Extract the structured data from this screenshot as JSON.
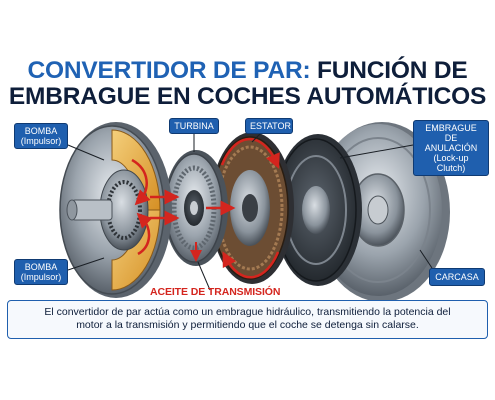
{
  "title": {
    "accent": "CONVERTIDOR DE PAR:",
    "rest": " FUNCIÓN DE",
    "line2": "EMBRAGUE EN COCHES AUTOMÁTICOS"
  },
  "labels": {
    "bomba_top_1": "BOMBA",
    "bomba_top_2": "(Impulsor)",
    "turbina": "TURBINA",
    "estator": "ESTATOR",
    "lockup_1": "EMBRAGUE DE",
    "lockup_2": "ANULACIÓN",
    "lockup_3": "(Lock-up Clutch)",
    "bomba_bottom_1": "BOMBA",
    "bomba_bottom_2": "(Impulsor)",
    "aceite": "ACEITE DE TRANSMISIÓN",
    "carcasa": "CARCASA"
  },
  "caption": {
    "line1": "El convertidor de par actúa como un embrague hidráulico, transmitiendo la potencia del",
    "line2": "motor a la transmisión y permitiendo que el coche se detenga sin calarse."
  },
  "colors": {
    "title_accent": "#1f62b4",
    "title_dark": "#0e1e3a",
    "callout_bg": "#1f5fae",
    "flow_red": "#d4251e",
    "oil_orange": "#e9b24d"
  }
}
